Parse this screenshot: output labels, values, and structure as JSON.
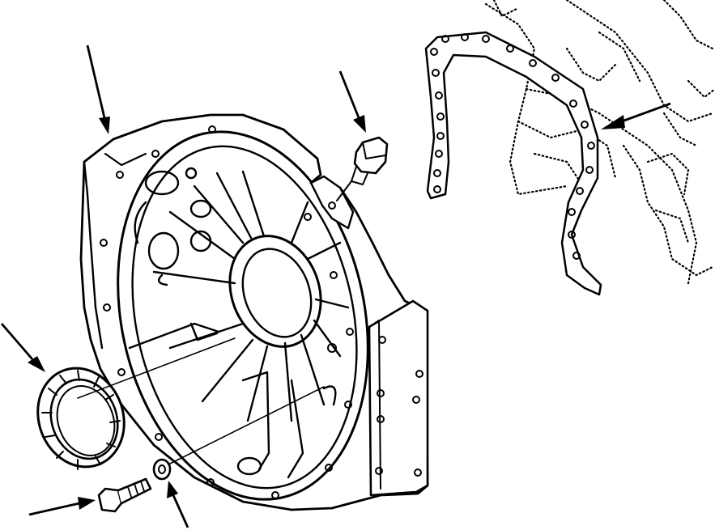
{
  "figure": {
    "kind": "exploded-parts-illustration",
    "colors": {
      "ink": "#000000",
      "paper": "#ffffff"
    },
    "parts": [
      {
        "name": "flywheel-housing"
      },
      {
        "name": "housing-gasket"
      },
      {
        "name": "crankshaft-rear-seal"
      },
      {
        "name": "mounting-bolt"
      },
      {
        "name": "lock-washer"
      },
      {
        "name": "plug"
      },
      {
        "name": "engine-block"
      }
    ],
    "callout_arrows": [
      {
        "points_to": "flywheel-housing"
      },
      {
        "points_to": "plug"
      },
      {
        "points_to": "housing-gasket"
      },
      {
        "points_to": "crankshaft-rear-seal"
      },
      {
        "points_to": "mounting-bolt"
      },
      {
        "points_to": "lock-washer"
      }
    ]
  }
}
